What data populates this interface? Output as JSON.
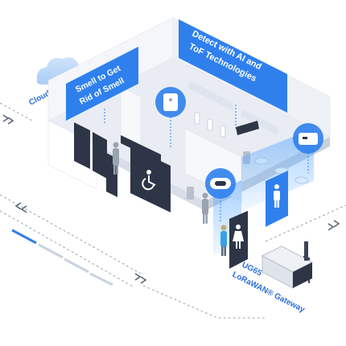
{
  "labels": {
    "cloud": "Cloud",
    "smell_line1": "Smell to Get",
    "smell_line2": "Rid of Smell",
    "detect_line1": "Detect with AI and",
    "detect_line2": "ToF Technologies",
    "gateway_model": "UG65",
    "gateway_name": "LoRaWAN® Gateway"
  },
  "icons": [
    "cloud-icon",
    "wheelchair-icon",
    "male-restroom-icon",
    "female-restroom-icon",
    "odor-sensor-icon",
    "people-counter-icon",
    "gateway-device-icon"
  ],
  "colors": {
    "accent_blue": "#2f80ed",
    "label_blue": "#2f6fd6",
    "wall": "#f4f6f9",
    "floor": "#e9edf3",
    "stall_dark": "#2d3547",
    "glow": "#5aa9ff"
  }
}
